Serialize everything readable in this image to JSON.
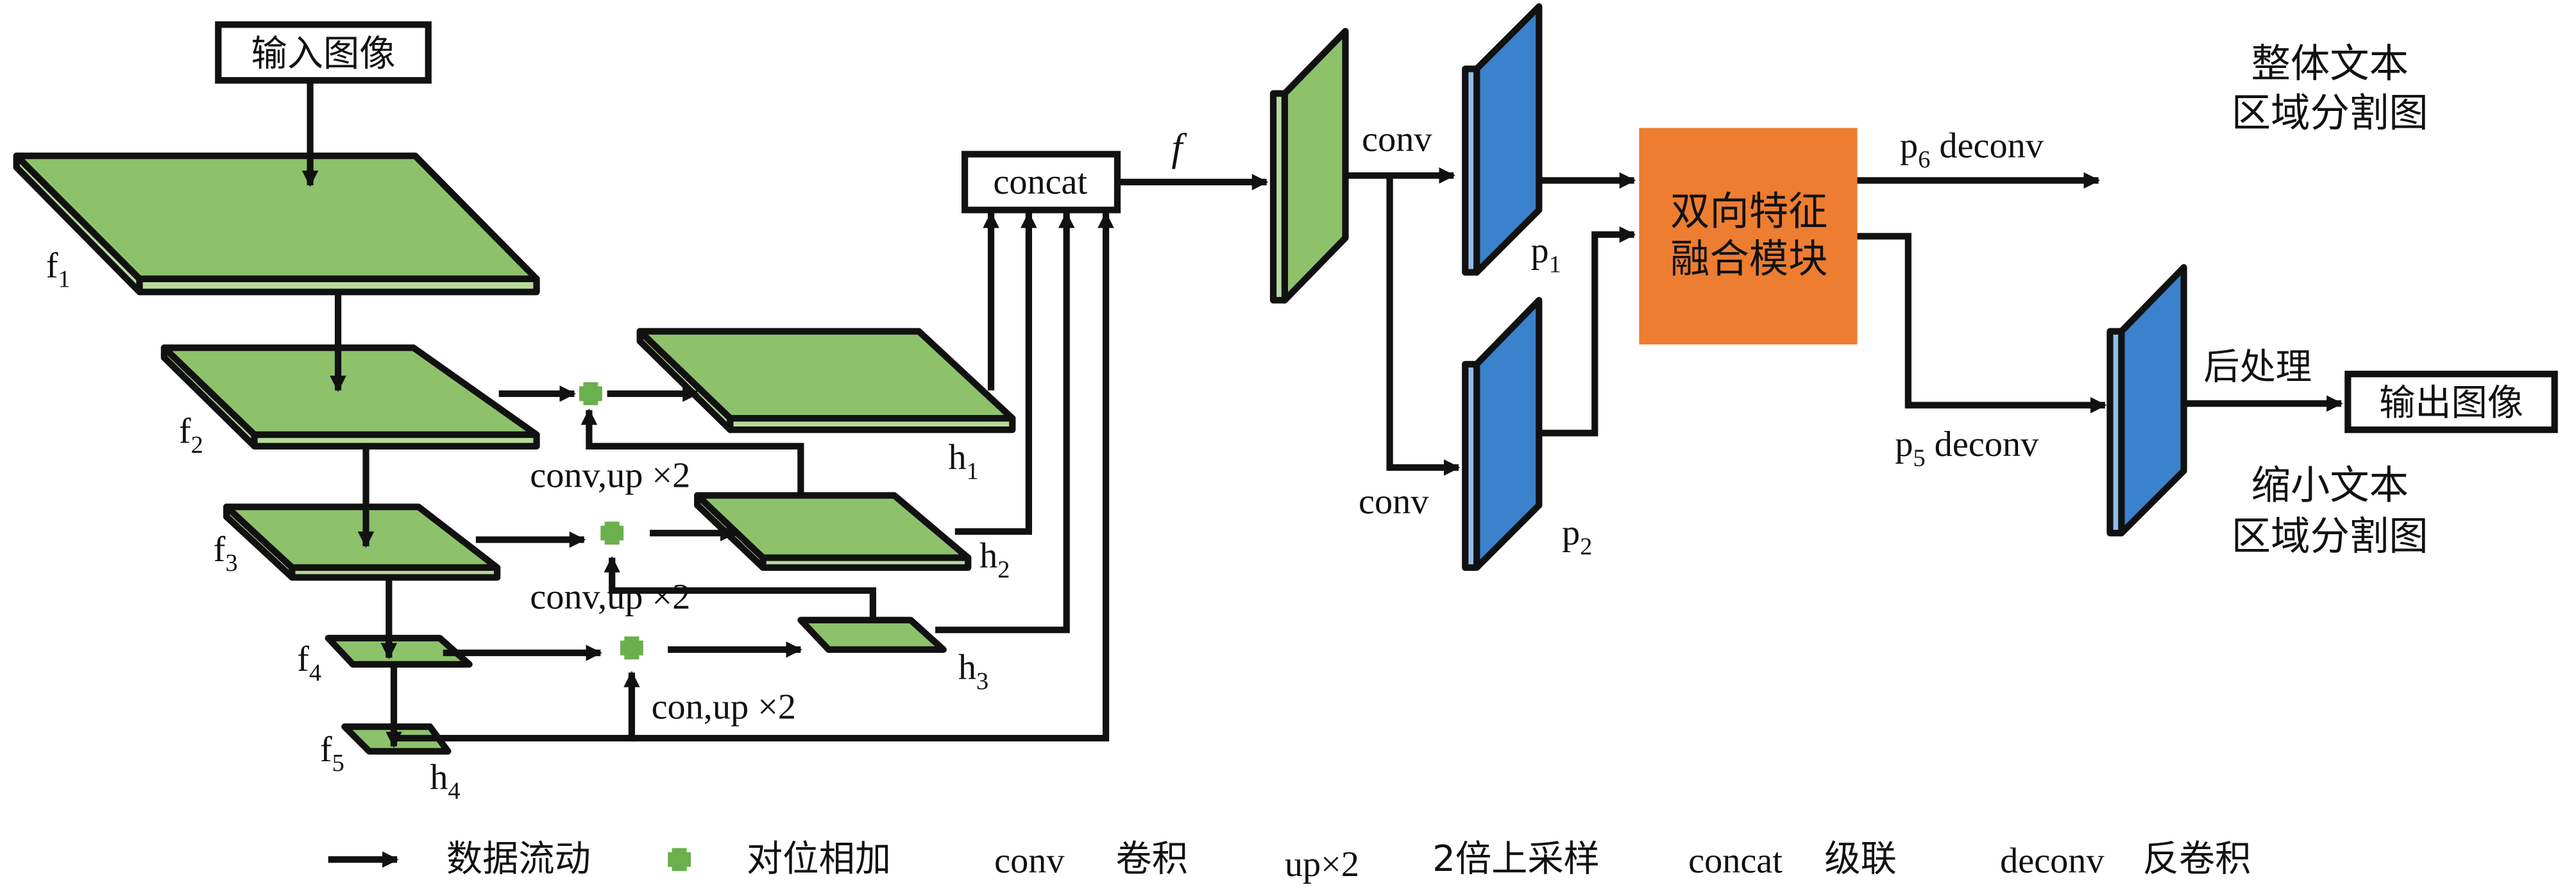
{
  "colors": {
    "feature_green": "#8dc26b",
    "feature_green_light": "#b6d99b",
    "projection_blue": "#3a82cc",
    "fusion_orange": "#ed7d31",
    "plus_green": "#6ab04c",
    "line": "#111111"
  },
  "boxes": {
    "input": "输入图像",
    "concat": "concat",
    "output": "输出图像",
    "fusion_line1": "双向特征",
    "fusion_line2": "融合模块"
  },
  "features": {
    "f1": {
      "base": "f",
      "sub": "1"
    },
    "f2": {
      "base": "f",
      "sub": "2"
    },
    "f3": {
      "base": "f",
      "sub": "3"
    },
    "f4": {
      "base": "f",
      "sub": "4"
    },
    "f5": {
      "base": "f",
      "sub": "5"
    },
    "h1": {
      "base": "h",
      "sub": "1"
    },
    "h2": {
      "base": "h",
      "sub": "2"
    },
    "h3": {
      "base": "h",
      "sub": "3"
    },
    "h4": {
      "base": "h",
      "sub": "4"
    },
    "p1": {
      "base": "p",
      "sub": "1"
    },
    "p2": {
      "base": "p",
      "sub": "2"
    }
  },
  "labels": {
    "f": "f",
    "conv_top": "conv",
    "conv_bottom": "conv",
    "conv_up_1": "conv,up ×2",
    "conv_up_2": "conv,up ×2",
    "con_up_3": "con,up ×2",
    "p6_base": "p",
    "p6_sub": "6",
    "p6_suffix": " deconv",
    "p5_base": "p",
    "p5_sub": "5",
    "p5_suffix": " deconv",
    "postprocess": "后处理",
    "whole_line1": "整体文本",
    "whole_line2": "区域分割图",
    "shrink_line1": "缩小文本",
    "shrink_line2": "区域分割图"
  },
  "legend": {
    "dataflow": "数据流动",
    "add": "对位相加",
    "conv_term": "conv",
    "conv_desc": "卷积",
    "up_term": "up×2",
    "up_desc": "2倍上采样",
    "concat_term": "concat",
    "concat_desc": "级联",
    "deconv_term": "deconv",
    "deconv_desc": "反卷积"
  }
}
